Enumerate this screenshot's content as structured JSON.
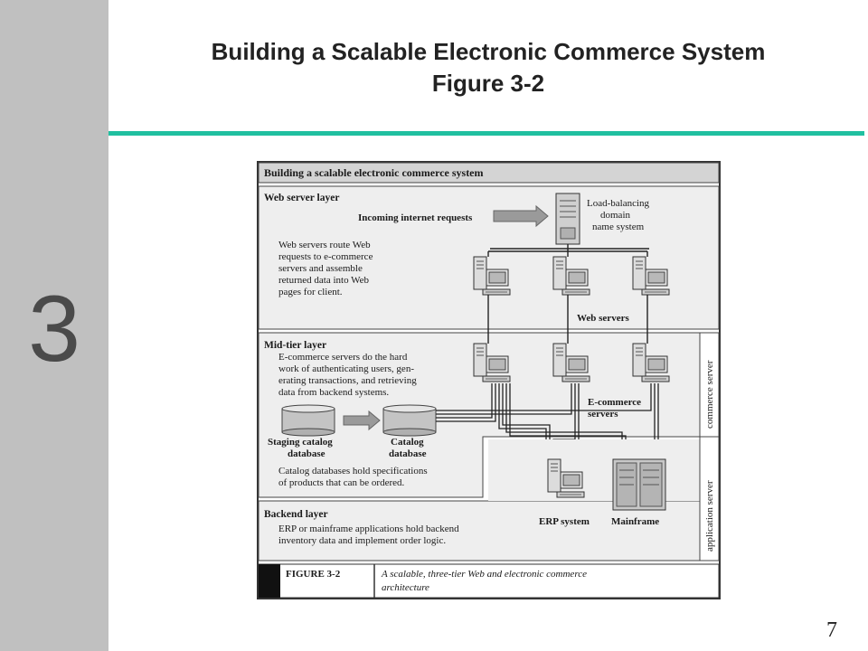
{
  "slide": {
    "chapter_number": "3",
    "title_line1": "Building a Scalable Electronic Commerce System",
    "title_line2": "Figure 3-2",
    "page_number": "7"
  },
  "figure": {
    "header": "Building a scalable electronic commerce system",
    "web_layer": {
      "label": "Web server layer",
      "incoming": "Incoming internet requests",
      "lb_line1": "Load-balancing",
      "lb_line2": "domain",
      "lb_line3": "name system",
      "desc_line1": "Web servers route Web",
      "desc_line2": "requests to e-commerce",
      "desc_line3": "servers and assemble",
      "desc_line4": "returned data into Web",
      "desc_line5": "pages for client.",
      "servers_label": "Web servers"
    },
    "mid_layer": {
      "label": "Mid-tier layer",
      "desc_line1": "E-commerce servers do the hard",
      "desc_line2": "work of authenticating users, gen-",
      "desc_line3": "erating transactions, and retrieving",
      "desc_line4": "data from backend systems.",
      "staging_line1": "Staging catalog",
      "staging_line2": "database",
      "catalog_line1": "Catalog",
      "catalog_line2": "database",
      "ecom_line1": "E-commerce",
      "ecom_line2": "servers",
      "catalog_desc_line1": "Catalog databases hold specifications",
      "catalog_desc_line2": "of products that can be ordered."
    },
    "backend_layer": {
      "label": "Backend layer",
      "desc_line1": "ERP or mainframe applications hold backend",
      "desc_line2": "inventory data and implement order logic.",
      "erp_label": "ERP system",
      "mainframe_label": "Mainframe"
    },
    "side_labels": {
      "commerce": "commerce server",
      "application": "application server"
    },
    "caption": {
      "label": "FIGURE 3-2",
      "text_line1": "A scalable, three-tier Web and electronic commerce",
      "text_line2": "architecture"
    }
  }
}
